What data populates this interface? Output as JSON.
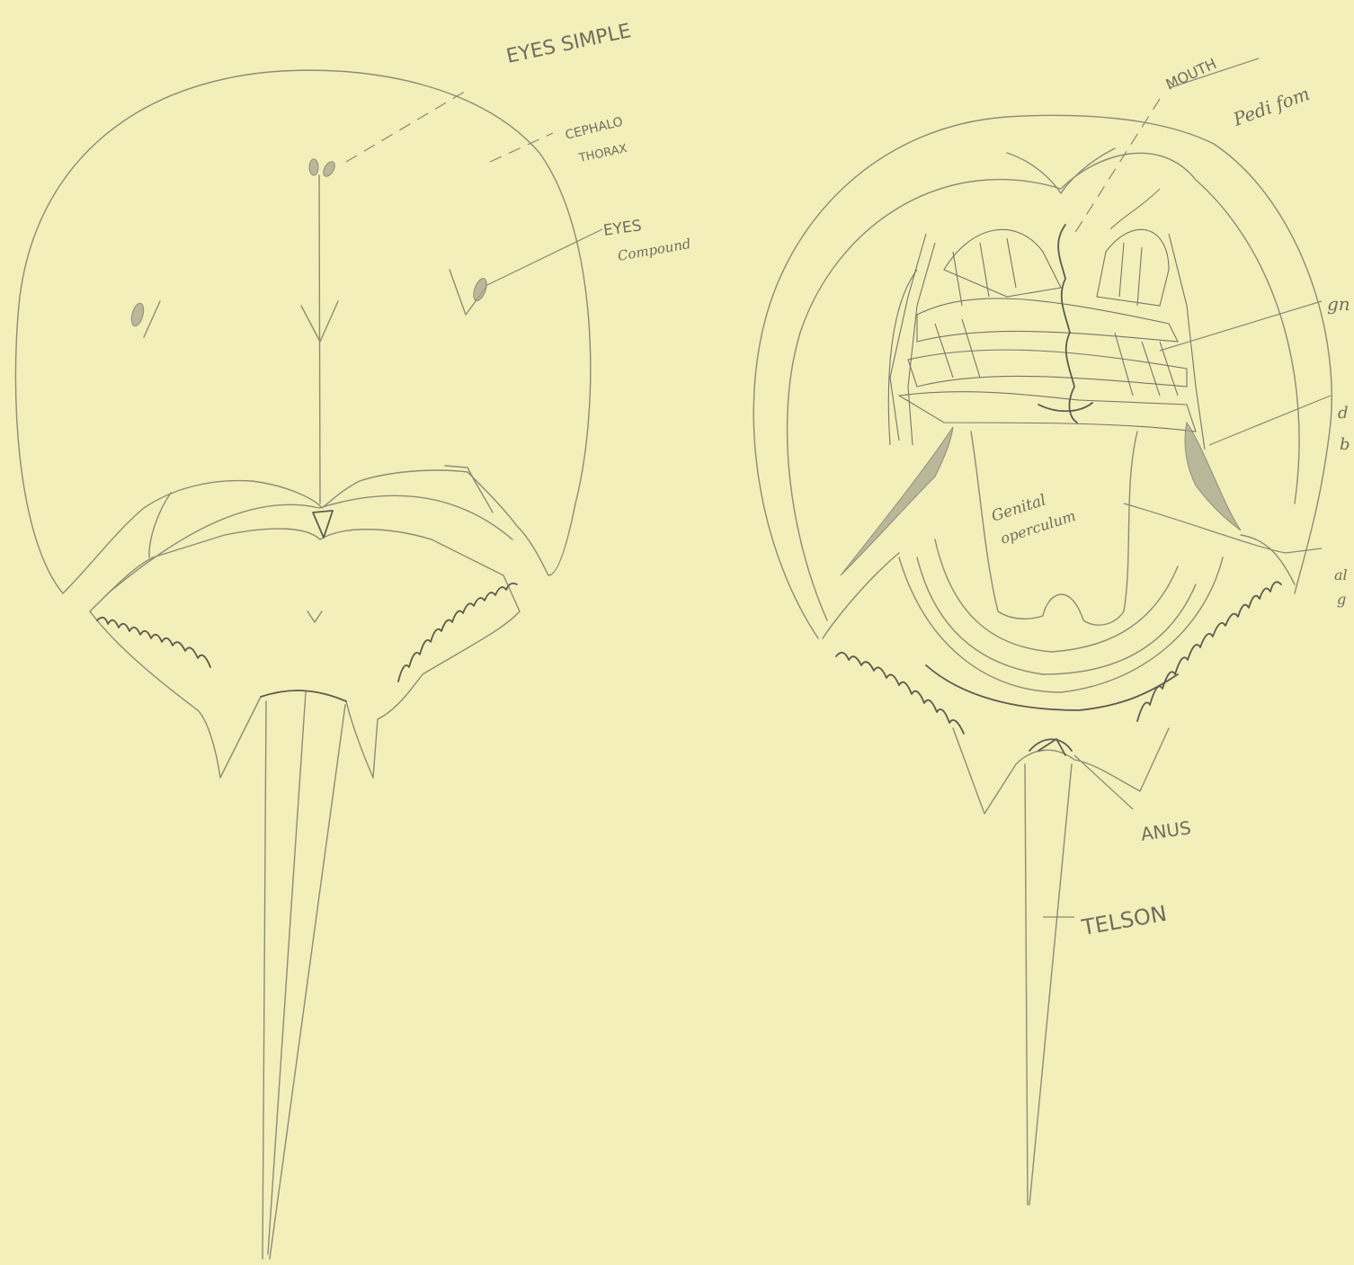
{
  "labels": {
    "eyes_simple": "EYES SIMPLE",
    "cephalothorax_1": "CEPHALO",
    "cephalothorax_2": "THORAX",
    "eyes_compound_1": "EYES",
    "eyes_compound_2": "Compound",
    "mouth": "MOUTH",
    "pediform": "Pedi fom",
    "genital_1": "Genital",
    "genital_2": "operculum",
    "anus": "ANUS",
    "telson": "TELSON",
    "right_edge_1": "gn",
    "right_edge_2": "d",
    "right_edge_3": "b",
    "right_edge_4": "al",
    "right_edge_5": "g"
  },
  "colors": {
    "paper": "#f2efba",
    "pencil": "#8d8c78",
    "pencil_dark": "#5d5c50"
  }
}
